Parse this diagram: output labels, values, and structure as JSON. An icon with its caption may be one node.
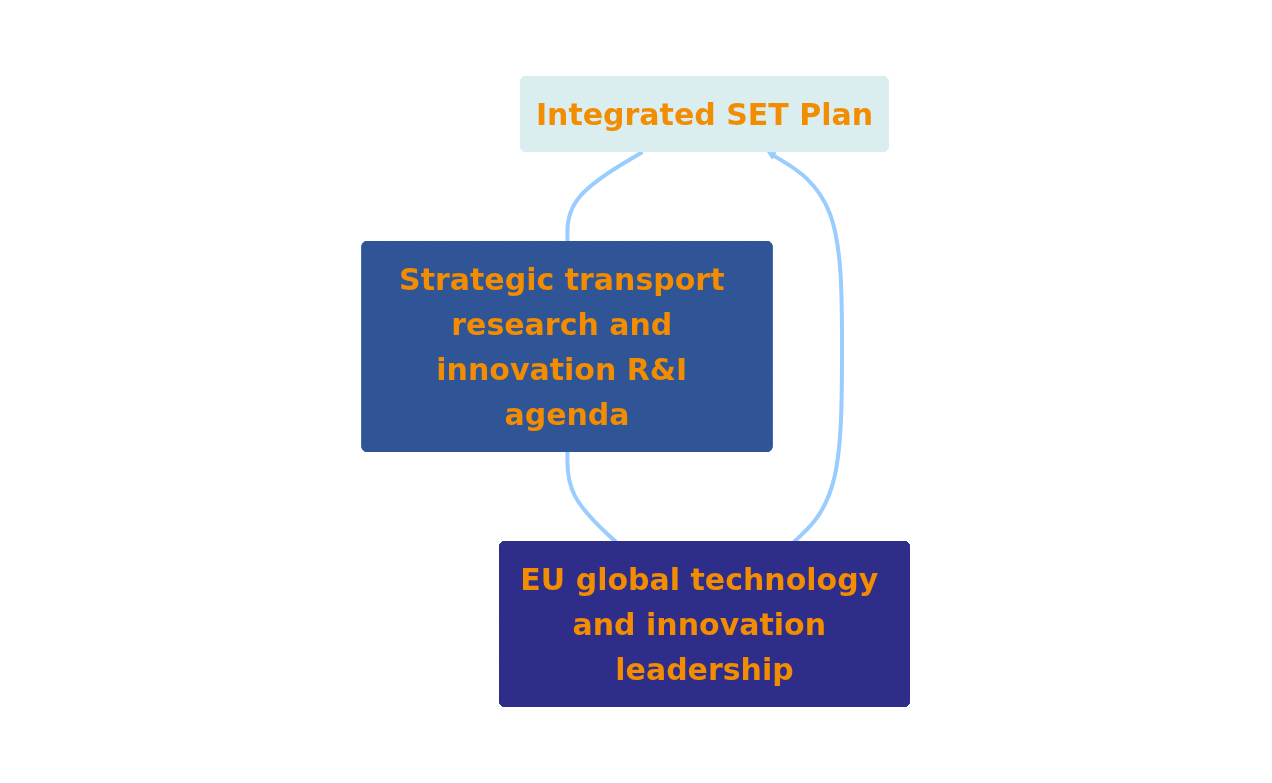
{
  "diagram": {
    "nodes": [
      {
        "text": [
          "Integrated SET Plan"
        ]
      },
      {
        "text": [
          "Strategic transport research and innovation R&I agenda"
        ]
      },
      {
        "text": [
          "EU global technology and innovation leadership"
        ]
      }
    ],
    "edges": [
      {
        "from": 0,
        "to": 1,
        "arrow": "none"
      },
      {
        "from": 1,
        "to": 2,
        "arrow": "none"
      },
      {
        "from": 2,
        "to": 0,
        "arrow": "to"
      }
    ]
  }
}
